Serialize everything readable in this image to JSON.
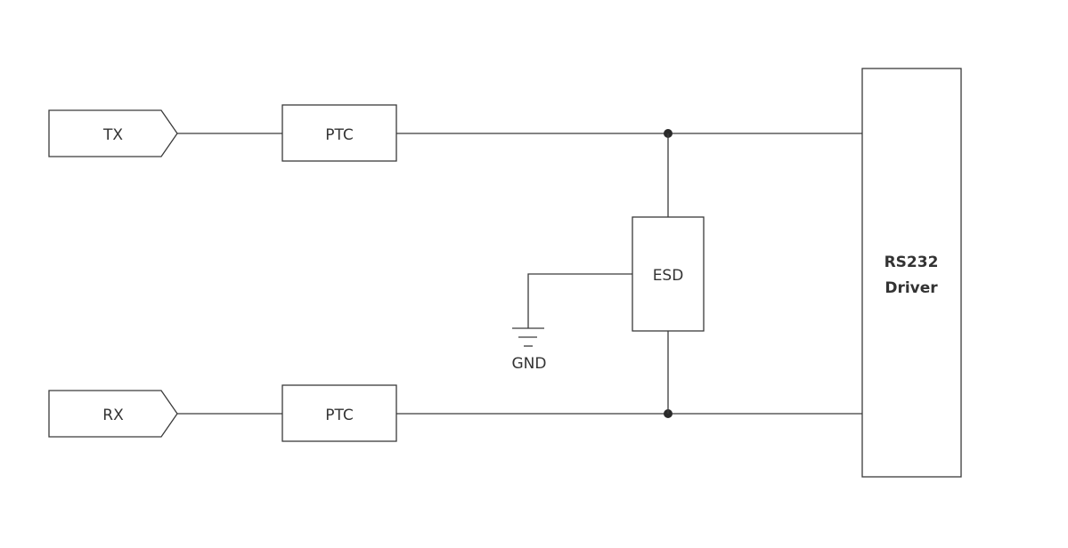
{
  "connectors": {
    "tx": "TX",
    "rx": "RX"
  },
  "components": {
    "ptc_top": "PTC",
    "ptc_bottom": "PTC",
    "esd": "ESD",
    "gnd": "GND",
    "driver_line1": "RS232",
    "driver_line2": "Driver"
  }
}
